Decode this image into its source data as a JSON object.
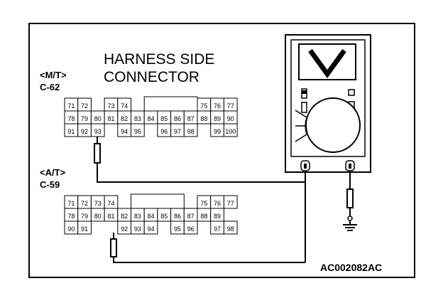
{
  "title_line1": "HARNESS SIDE",
  "title_line2": "CONNECTOR",
  "mt": {
    "label": "<M/T>",
    "code": "C-62",
    "rows": [
      [
        "71",
        "72",
        "",
        "73",
        "74",
        "",
        "",
        "",
        "",
        "",
        "75",
        "76",
        "77"
      ],
      [
        "78",
        "79",
        "80",
        "81",
        "82",
        "83",
        "84",
        "85",
        "86",
        "87",
        "88",
        "89",
        "90"
      ],
      [
        "91",
        "92",
        "93",
        "",
        "94",
        "95",
        "",
        "96",
        "97",
        "98",
        "",
        "99",
        "100"
      ]
    ],
    "probe_pin": "93"
  },
  "at": {
    "label": "<A/T>",
    "code": "C-59",
    "rows": [
      [
        "71",
        "72",
        "73",
        "74",
        "",
        "",
        "",
        "",
        "",
        "",
        "75",
        "76",
        "77"
      ],
      [
        "78",
        "79",
        "80",
        "81",
        "82",
        "83",
        "84",
        "85",
        "86",
        "87",
        "88",
        "89"
      ],
      [
        "90",
        "91",
        "",
        "",
        "92",
        "93",
        "94",
        "",
        "95",
        "96",
        "",
        "97",
        "98"
      ]
    ],
    "probe_pin": "92"
  },
  "meter": {
    "display_symbol": "V"
  },
  "figure_code": "AC002082AC"
}
